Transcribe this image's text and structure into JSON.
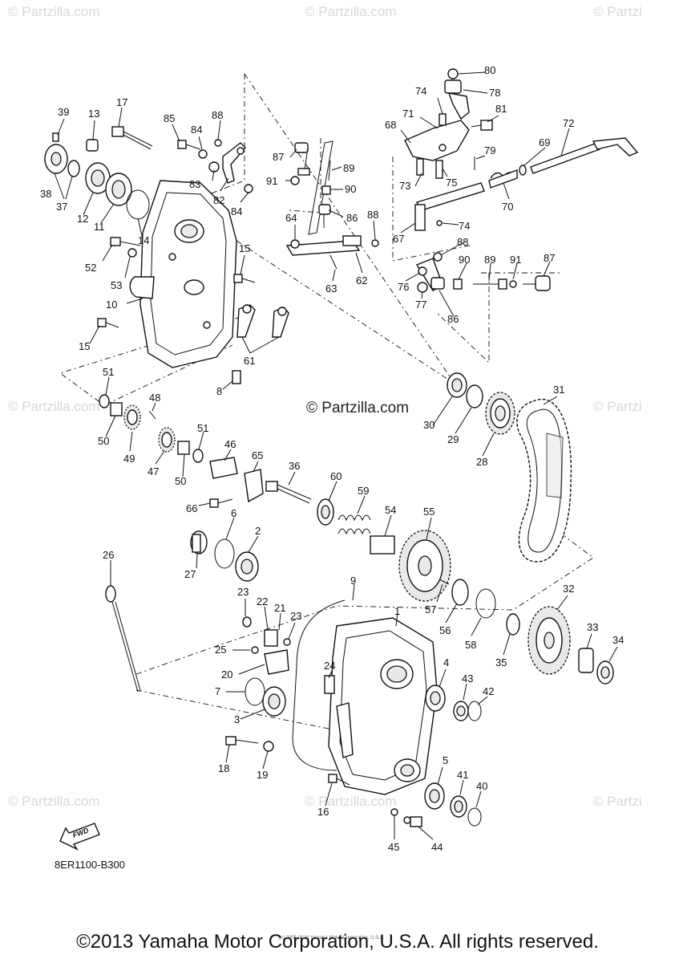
{
  "watermarks": {
    "tile": "© Partzilla.com",
    "tile_partial": "© Partzi",
    "center": "© Partzilla.com"
  },
  "diagram_code": "8ER1100-B300",
  "fwd_label": "FWD",
  "small_copyright": "(c) 2005-2016 Yamaha Motor Corporation, U.S.A.",
  "copyright": "©2013 Yamaha Motor Corporation, U.S.A. All rights reserved.",
  "callouts": {
    "c1": "1",
    "c2": "2",
    "c3": "3",
    "c4": "4",
    "c5": "5",
    "c6": "6",
    "c7": "7",
    "c8": "8",
    "c9": "9",
    "c10": "10",
    "c11": "11",
    "c12": "12",
    "c13": "13",
    "c14": "14",
    "c15a": "15",
    "c15b": "15",
    "c16": "16",
    "c17": "17",
    "c18": "18",
    "c19": "19",
    "c20": "20",
    "c21": "21",
    "c22": "22",
    "c23a": "23",
    "c23b": "23",
    "c24": "24",
    "c25": "25",
    "c26": "26",
    "c27": "27",
    "c28": "28",
    "c29": "29",
    "c30": "30",
    "c31": "31",
    "c32": "32",
    "c33": "33",
    "c34": "34",
    "c35": "35",
    "c36": "36",
    "c37": "37",
    "c38": "38",
    "c39": "39",
    "c40": "40",
    "c41": "41",
    "c42": "42",
    "c43": "43",
    "c44": "44",
    "c45": "45",
    "c46": "46",
    "c47": "47",
    "c48": "48",
    "c49": "49",
    "c50a": "50",
    "c50b": "50",
    "c51a": "51",
    "c51b": "51",
    "c52": "52",
    "c53": "53",
    "c54": "54",
    "c55": "55",
    "c56": "56",
    "c57": "57",
    "c58": "58",
    "c59": "59",
    "c60": "60",
    "c61": "61",
    "c62": "62",
    "c63": "63",
    "c64": "64",
    "c65": "65",
    "c66": "66",
    "c67": "67",
    "c68": "68",
    "c69": "69",
    "c70": "70",
    "c71": "71",
    "c72": "72",
    "c73": "73",
    "c74a": "74",
    "c74b": "74",
    "c75": "75",
    "c76": "76",
    "c77": "77",
    "c78": "78",
    "c79": "79",
    "c80": "80",
    "c81": "81",
    "c82": "82",
    "c83": "83",
    "c84a": "84",
    "c84b": "84",
    "c85": "85",
    "c86a": "86",
    "c86b": "86",
    "c87a": "87",
    "c87b": "87",
    "c88a": "88",
    "c88b": "88",
    "c88c": "88",
    "c89a": "89",
    "c89b": "89",
    "c90a": "90",
    "c90b": "90",
    "c91a": "91",
    "c91b": "91"
  }
}
